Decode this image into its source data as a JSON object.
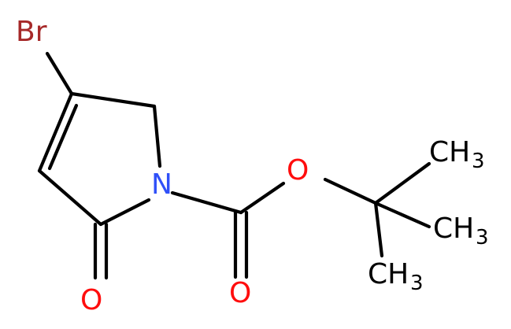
{
  "molecule": {
    "atoms": {
      "br": {
        "symbol": "Br",
        "color": "#A62929"
      },
      "n": {
        "symbol": "N",
        "color": "#3050F8"
      },
      "o_carbonyl_ring": {
        "symbol": "O",
        "color": "#FF0D0D"
      },
      "o_carbonyl_boc": {
        "symbol": "O",
        "color": "#FF0D0D"
      },
      "o_ester": {
        "symbol": "O",
        "color": "#FF0D0D"
      },
      "ch3_top": {
        "symbol": "CH",
        "subscript": "3",
        "color": "#000000"
      },
      "ch3_middle": {
        "symbol": "CH",
        "subscript": "3",
        "color": "#000000"
      },
      "ch3_bottom": {
        "symbol": "CH",
        "subscript": "3",
        "color": "#000000"
      }
    }
  }
}
